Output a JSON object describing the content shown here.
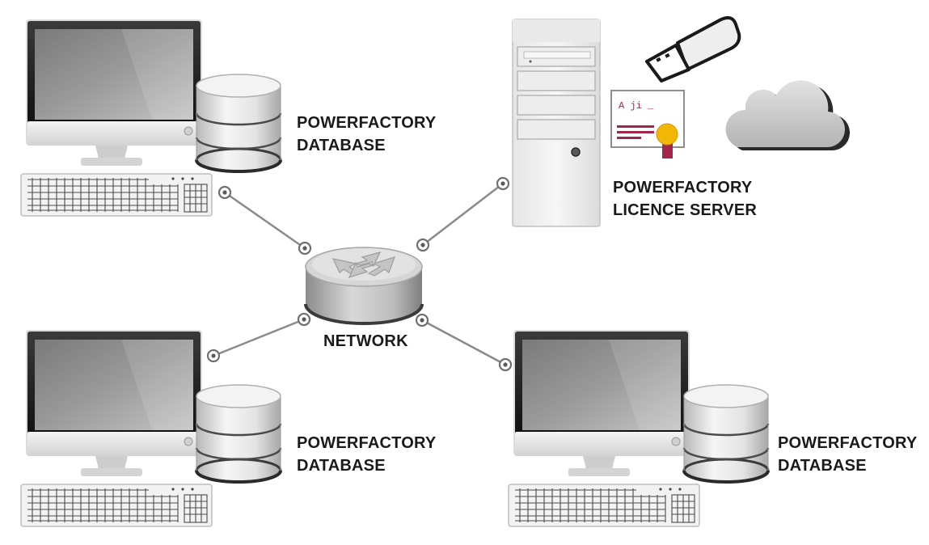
{
  "nodes": {
    "top_left": {
      "line1": "POWERFACTORY",
      "line2": "DATABASE"
    },
    "top_right": {
      "line1": "POWERFACTORY",
      "line2": "LICENCE SERVER",
      "certificate_text": "A ji _"
    },
    "center": {
      "label": "NETWORK"
    },
    "bottom_left": {
      "line1": "POWERFACTORY",
      "line2": "DATABASE"
    },
    "bottom_right": {
      "line1": "POWERFACTORY",
      "line2": "DATABASE"
    }
  },
  "icons": [
    "monitor-icon",
    "keyboard-icon",
    "database-icon",
    "server-tower-icon",
    "usb-dongle-icon",
    "certificate-icon",
    "cloud-icon",
    "router-icon"
  ],
  "colors": {
    "line": "#8a8a8a",
    "certificate_accent": "#a3264a",
    "seal": "#f2b705",
    "text": "#1a1a1a"
  }
}
